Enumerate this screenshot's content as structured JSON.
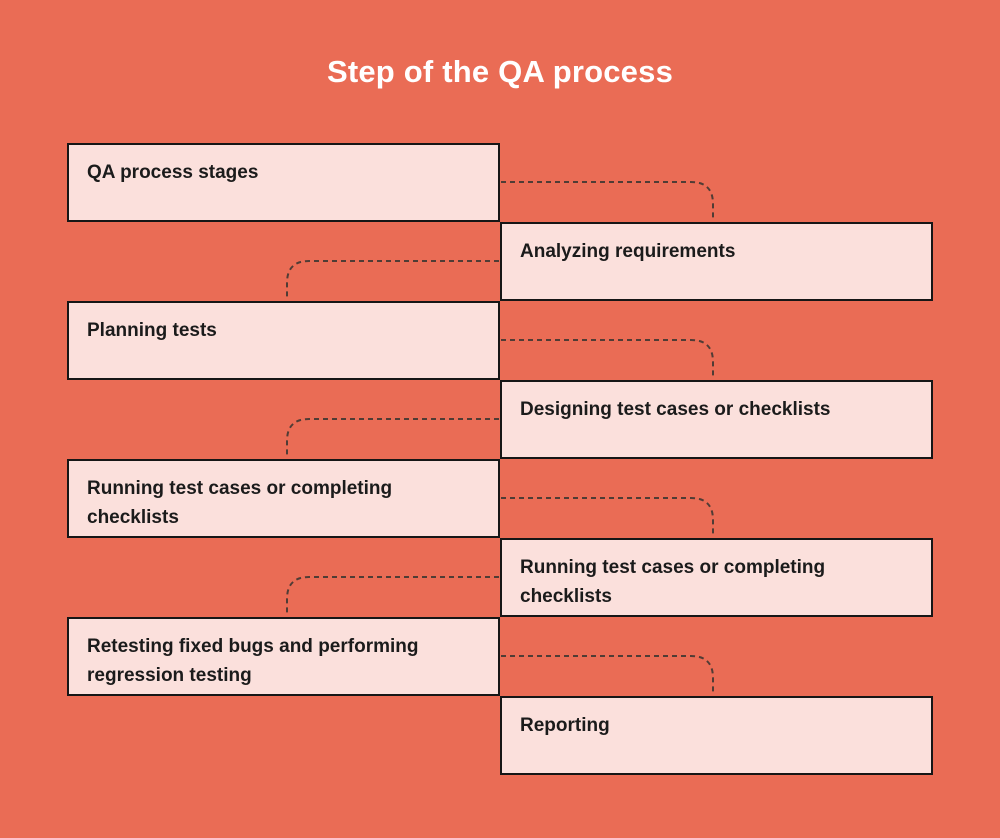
{
  "title": "Step of the QA process",
  "colors": {
    "background": "#ea6c55",
    "box_fill": "#fbe0dc",
    "box_border": "#161616",
    "box_text": "#1b1b1b",
    "title_text": "#ffffff",
    "connector": "#503c35"
  },
  "diagram": {
    "type": "staircase-flow",
    "connector_style": "dashed",
    "boxes": [
      {
        "label": "QA process stages",
        "side": "left"
      },
      {
        "label": "Analyzing requirements",
        "side": "right"
      },
      {
        "label": "Planning tests",
        "side": "left"
      },
      {
        "label": "Designing test cases or checklists",
        "side": "right"
      },
      {
        "label": "Running test cases or completing checklists",
        "side": "left"
      },
      {
        "label": "Running test cases or completing checklists",
        "side": "right"
      },
      {
        "label": "Retesting fixed bugs and performing regression testing",
        "side": "left"
      },
      {
        "label": "Reporting",
        "side": "right"
      }
    ]
  }
}
